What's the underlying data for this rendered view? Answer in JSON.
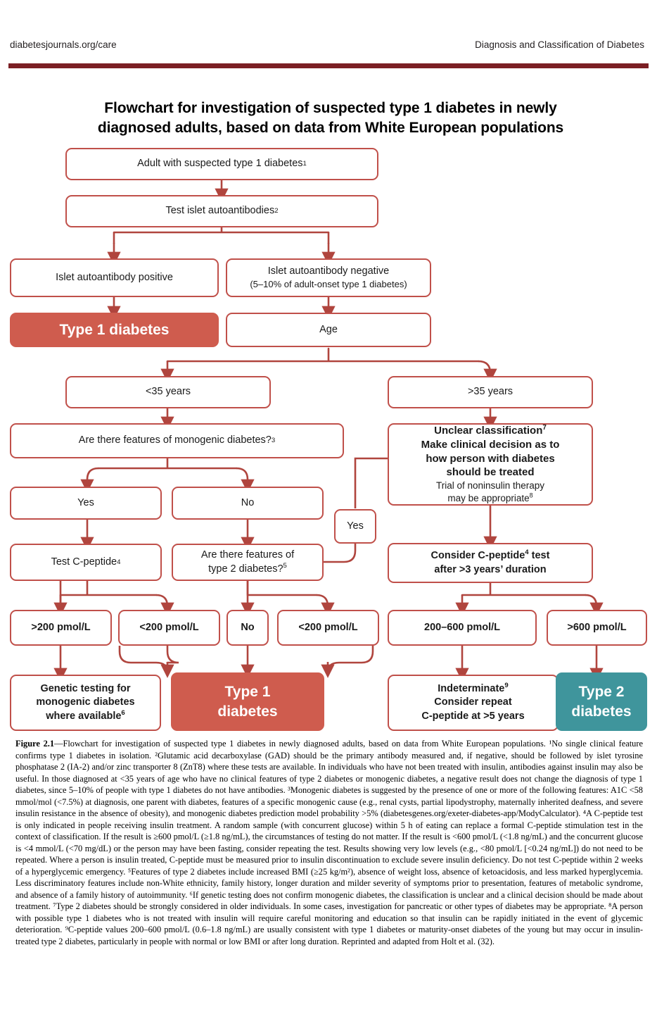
{
  "running_head": {
    "left": "diabetesjournals.org/care",
    "right": "Diagnosis and Classification of Diabetes",
    "rule_color": "#7b1f24"
  },
  "figure": {
    "title_line1": "Flowchart for investigation of suspected type 1 diabetes in newly",
    "title_line2": "diagnosed adults, based on data from White European populations",
    "colors": {
      "box_border": "#c0504a",
      "type1_fill": "#cf5c4e",
      "type2_fill": "#3f959c",
      "arrow": "#b0453e"
    }
  },
  "nodes": {
    "adult_suspected": "Adult with suspected type 1 diabetes",
    "adult_suspected_sup": "1",
    "test_islet": "Test islet autoantibodies",
    "test_islet_sup": "2",
    "ab_positive": "Islet autoantibody positive",
    "ab_negative_line1": "Islet autoantibody negative",
    "ab_negative_line2": "(5–10% of adult-onset type 1 diabetes)",
    "type1_top": "Type 1 diabetes",
    "age": "Age",
    "age_under35": "<35 years",
    "age_over35": ">35 years",
    "monogenic_question": "Are there features of monogenic diabetes?",
    "monogenic_question_sup": "3",
    "unclear_l1": "Unclear classification",
    "unclear_l1_sup": "7",
    "unclear_l2a": "Make clinical decision as to",
    "unclear_l2b": "how person with diabetes",
    "unclear_l2c": "should be treated",
    "unclear_l3a": "Trial of noninsulin therapy",
    "unclear_l3b": "may be appropriate",
    "unclear_l3_sup": "8",
    "yes_monogenic": "Yes",
    "no_monogenic": "No",
    "yes_t2features": "Yes",
    "test_cpeptide": "Test C-peptide",
    "test_cpeptide_sup": "4",
    "t2_question_l1": "Are there features of",
    "t2_question_l2": "type 2 diabetes?",
    "t2_question_sup": "5",
    "consider_cpep_l1a": "Consider C-peptide",
    "consider_cpep_sup": "4",
    "consider_cpep_l1b": " test",
    "consider_cpep_l2": "after >3 years’ duration",
    "res_gt200": ">200 pmol/L",
    "res_lt200_a": "<200 pmol/L",
    "res_no": "No",
    "res_lt200_b": "<200 pmol/L",
    "res_200_600": "200–600 pmol/L",
    "res_gt600": ">600 pmol/L",
    "genetic_l1": "Genetic testing for",
    "genetic_l2": "monogenic diabetes",
    "genetic_l3": "where available",
    "genetic_sup": "6",
    "type1_bottom_l1": "Type 1",
    "type1_bottom_l2": "diabetes",
    "indeterminate_l1": "Indeterminate",
    "indeterminate_sup": "9",
    "indeterminate_l2": "Consider repeat",
    "indeterminate_l3": "C-peptide at >5 years",
    "type2_l1": "Type 2",
    "type2_l2": "diabetes"
  },
  "caption": {
    "label": "Figure 2.1",
    "text": "—Flowchart for investigation of suspected type 1 diabetes in newly diagnosed adults, based on data from White European populations. ¹No single clinical feature confirms type 1 diabetes in isolation. ²Glutamic acid decarboxylase (GAD) should be the primary antibody measured and, if negative, should be followed by islet tyrosine phosphatase 2 (IA-2) and/or zinc transporter 8 (ZnT8) where these tests are available. In individuals who have not been treated with insulin, antibodies against insulin may also be useful. In those diagnosed at <35 years of age who have no clinical features of type 2 diabetes or monogenic diabetes, a negative result does not change the diagnosis of type 1 diabetes, since 5–10% of people with type 1 diabetes do not have antibodies. ³Monogenic diabetes is suggested by the presence of one or more of the following features: A1C <58 mmol/mol (<7.5%) at diagnosis, one parent with diabetes, features of a specific monogenic cause (e.g., renal cysts, partial lipodystrophy, maternally inherited deafness, and severe insulin resistance in the absence of obesity), and monogenic diabetes prediction model probability >5% (diabetesgenes.org/exeter-diabetes-app/ModyCalculator). ⁴A C-peptide test is only indicated in people receiving insulin treatment. A random sample (with concurrent glucose) within 5 h of eating can replace a formal C-peptide stimulation test in the context of classification. If the result is ≥600 pmol/L (≥1.8 ng/mL), the circumstances of testing do not matter. If the result is <600 pmol/L (<1.8 ng/mL) and the concurrent glucose is <4 mmol/L (<70 mg/dL) or the person may have been fasting, consider repeating the test. Results showing very low levels (e.g., <80 pmol/L [<0.24 ng/mL]) do not need to be repeated. Where a person is insulin treated, C-peptide must be measured prior to insulin discontinuation to exclude severe insulin deficiency. Do not test C-peptide within 2 weeks of a hyperglycemic emergency. ⁵Features of type 2 diabetes include increased BMI (≥25 kg/m²), absence of weight loss, absence of ketoacidosis, and less marked hyperglycemia. Less discriminatory features include non-White ethnicity, family history, longer duration and milder severity of symptoms prior to presentation, features of metabolic syndrome, and absence of a family history of autoimmunity. ⁶If genetic testing does not confirm monogenic diabetes, the classification is unclear and a clinical decision should be made about treatment. ⁷Type 2 diabetes should be strongly considered in older individuals. In some cases, investigation for pancreatic or other types of diabetes may be appropriate. ⁸A person with possible type 1 diabetes who is not treated with insulin will require careful monitoring and education so that insulin can be rapidly initiated in the event of glycemic deterioration. ⁹C-peptide values 200–600 pmol/L (0.6–1.8 ng/mL) are usually consistent with type 1 diabetes or maturity-onset diabetes of the young but may occur in insulin-treated type 2 diabetes, particularly in people with normal or low BMI or after long duration. Reprinted and adapted from Holt et al. (32)."
  }
}
